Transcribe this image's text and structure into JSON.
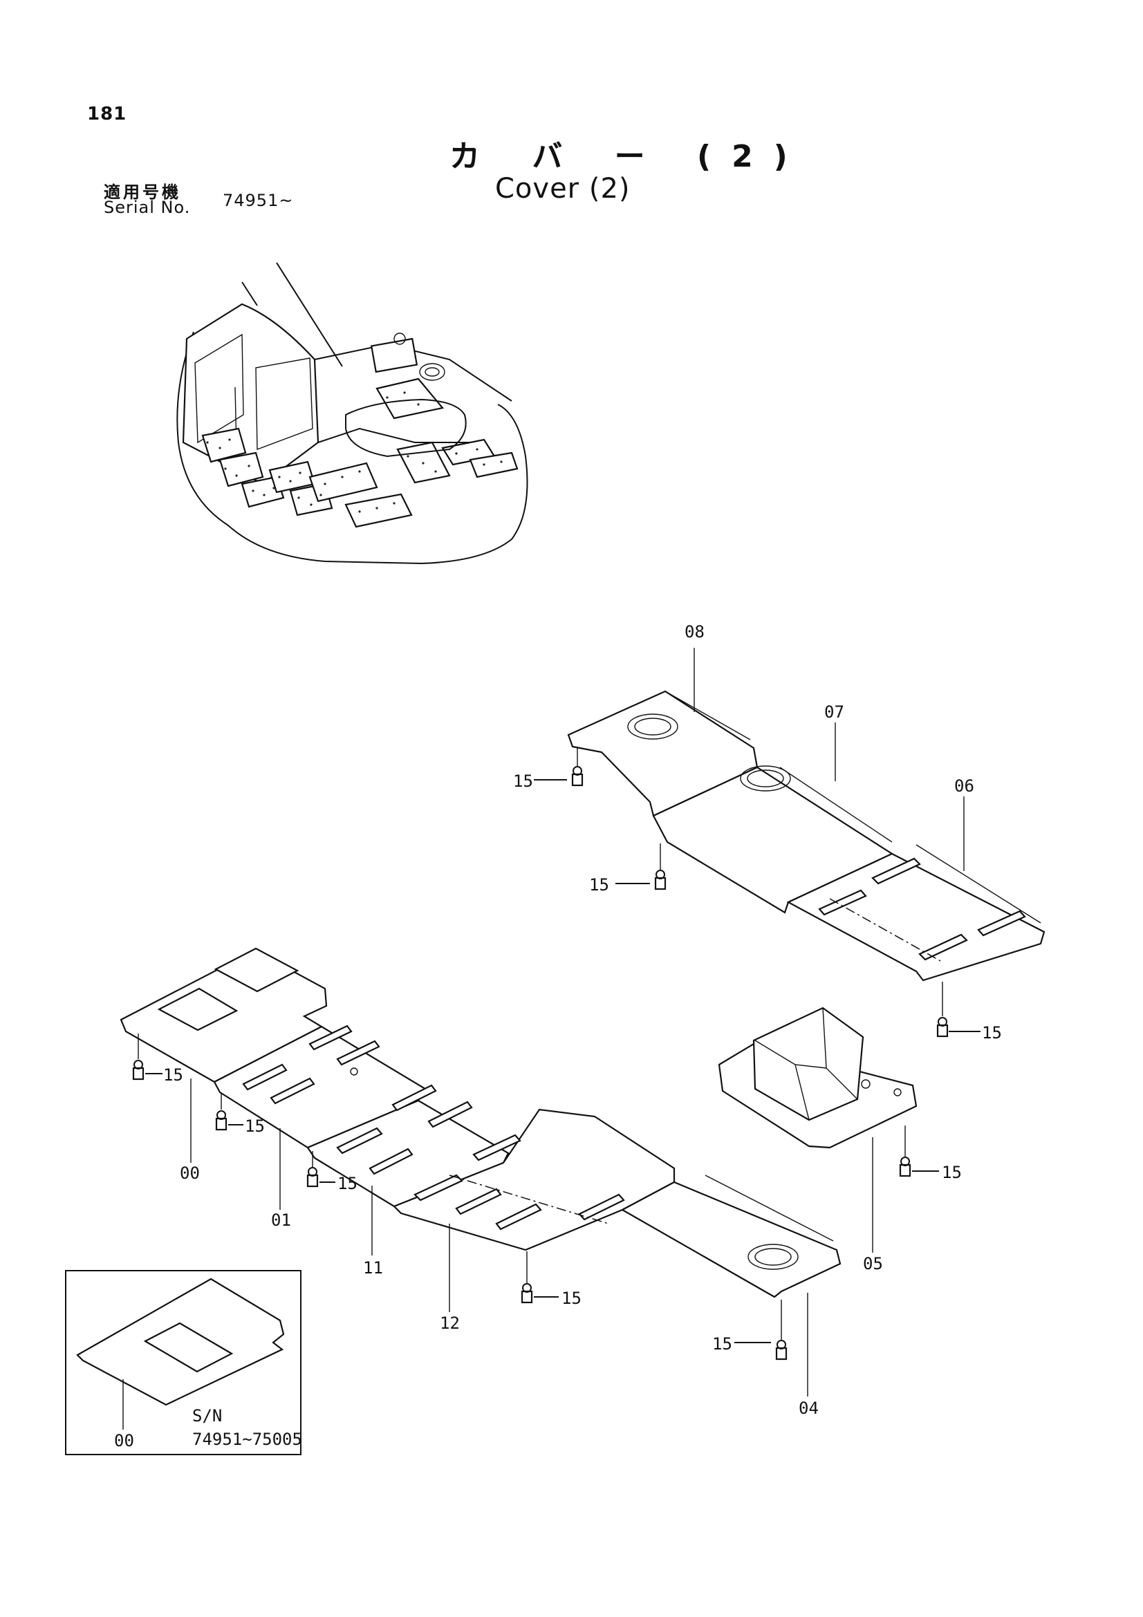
{
  "page": {
    "number": "181"
  },
  "title": {
    "japanese": "カ バ ー (2)",
    "english": "Cover (2)"
  },
  "serial": {
    "label_jp": "適用号機",
    "label_en": "Serial No.",
    "value": "74951~"
  },
  "callouts": {
    "c00": "00",
    "c01": "01",
    "c04": "04",
    "c05": "05",
    "c06": "06",
    "c07": "07",
    "c08": "08",
    "c11": "11",
    "c12": "12",
    "c15": "15"
  },
  "inset": {
    "part": "00",
    "sn_label": "S/N",
    "sn_range": "74951~75005"
  }
}
